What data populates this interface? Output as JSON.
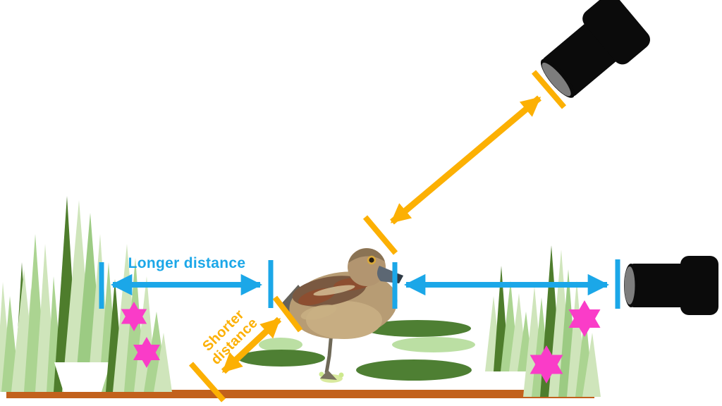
{
  "labels": {
    "longer_distance": "Longer distance",
    "shorter_distance_line1": "Shorter",
    "shorter_distance_line2": "distance"
  },
  "colors": {
    "arrow_blue": "#1ba7e8",
    "arrow_yellow": "#fcb003",
    "flower_pink": "#fa3cc8",
    "ground_brown": "#c2611c",
    "grass_light": "#cfe5bb",
    "grass_mid": "#abd491",
    "grass_deep": "#9ccb83",
    "grass_dark": "#4e7d2c",
    "lilypad_dark": "#4e7f33",
    "lilypad_light": "#bbdfa3",
    "camera_black": "#0b0b0b",
    "lens_gray": "#7d7d7d",
    "pot_white": "#ffffff",
    "duck_body_tan": "#b79c74",
    "duck_beak_slate": "#5c6773"
  },
  "scene": {
    "icons": [
      "elevated-camera-icon",
      "ground-level-camera-icon",
      "duck-image",
      "flower-icon",
      "lily-pad",
      "grass-cluster",
      "plant-pot",
      "ground-bar"
    ]
  }
}
